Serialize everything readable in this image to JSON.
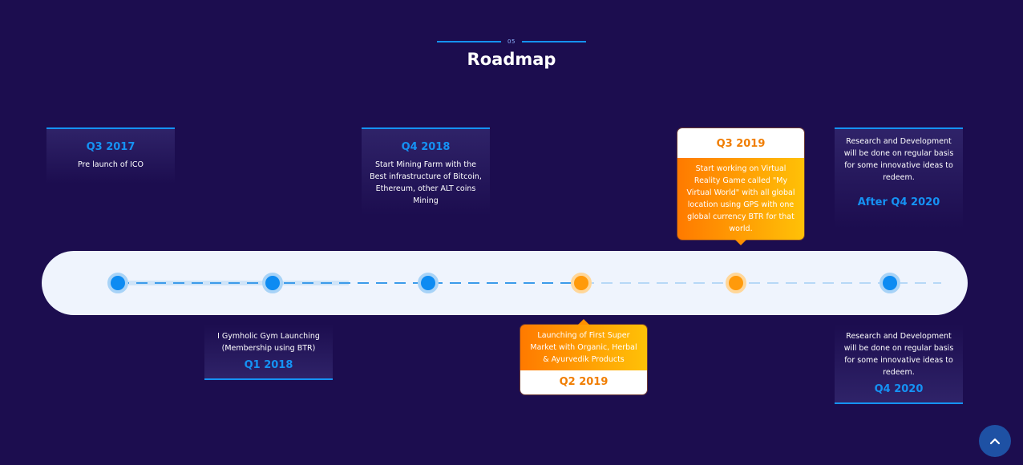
{
  "header": {
    "number": "05",
    "title": "Roadmap"
  },
  "milestones": {
    "q3_2017": {
      "quarter": "Q3 2017",
      "text": "Pre launch of ICO"
    },
    "q1_2018": {
      "quarter": "Q1 2018",
      "text": "I Gymholic Gym Launching (Membership using BTR)"
    },
    "q4_2018": {
      "quarter": "Q4 2018",
      "text": "Start Mining Farm with the Best infrastructure of Bitcoin, Ethereum, other ALT coins Mining"
    },
    "q2_2019": {
      "quarter": "Q2 2019",
      "text": "Launching of First Super Market with Organic, Herbal & Ayurvedik Products"
    },
    "q3_2019": {
      "quarter": "Q3 2019",
      "text": "Start working on Virtual Reality Game called \"My Virtual World\" with all global location using GPS with one global currency BTR for that world."
    },
    "q4_2020": {
      "quarter": "Q4 2020",
      "text": "Research and Development will be done on regular basis for some innovative ideas to redeem."
    },
    "after_q4_2020": {
      "quarter": "After Q4 2020",
      "text": "Research and Development will be done on regular basis for some innovative ideas to redeem."
    }
  },
  "colors": {
    "background": "#1c0d4f",
    "accent_blue": "#1592f4",
    "accent_orange": "#ff8c00",
    "track": "#eff4fd"
  },
  "icons": {
    "scroll_top": "chevron-up-icon"
  }
}
